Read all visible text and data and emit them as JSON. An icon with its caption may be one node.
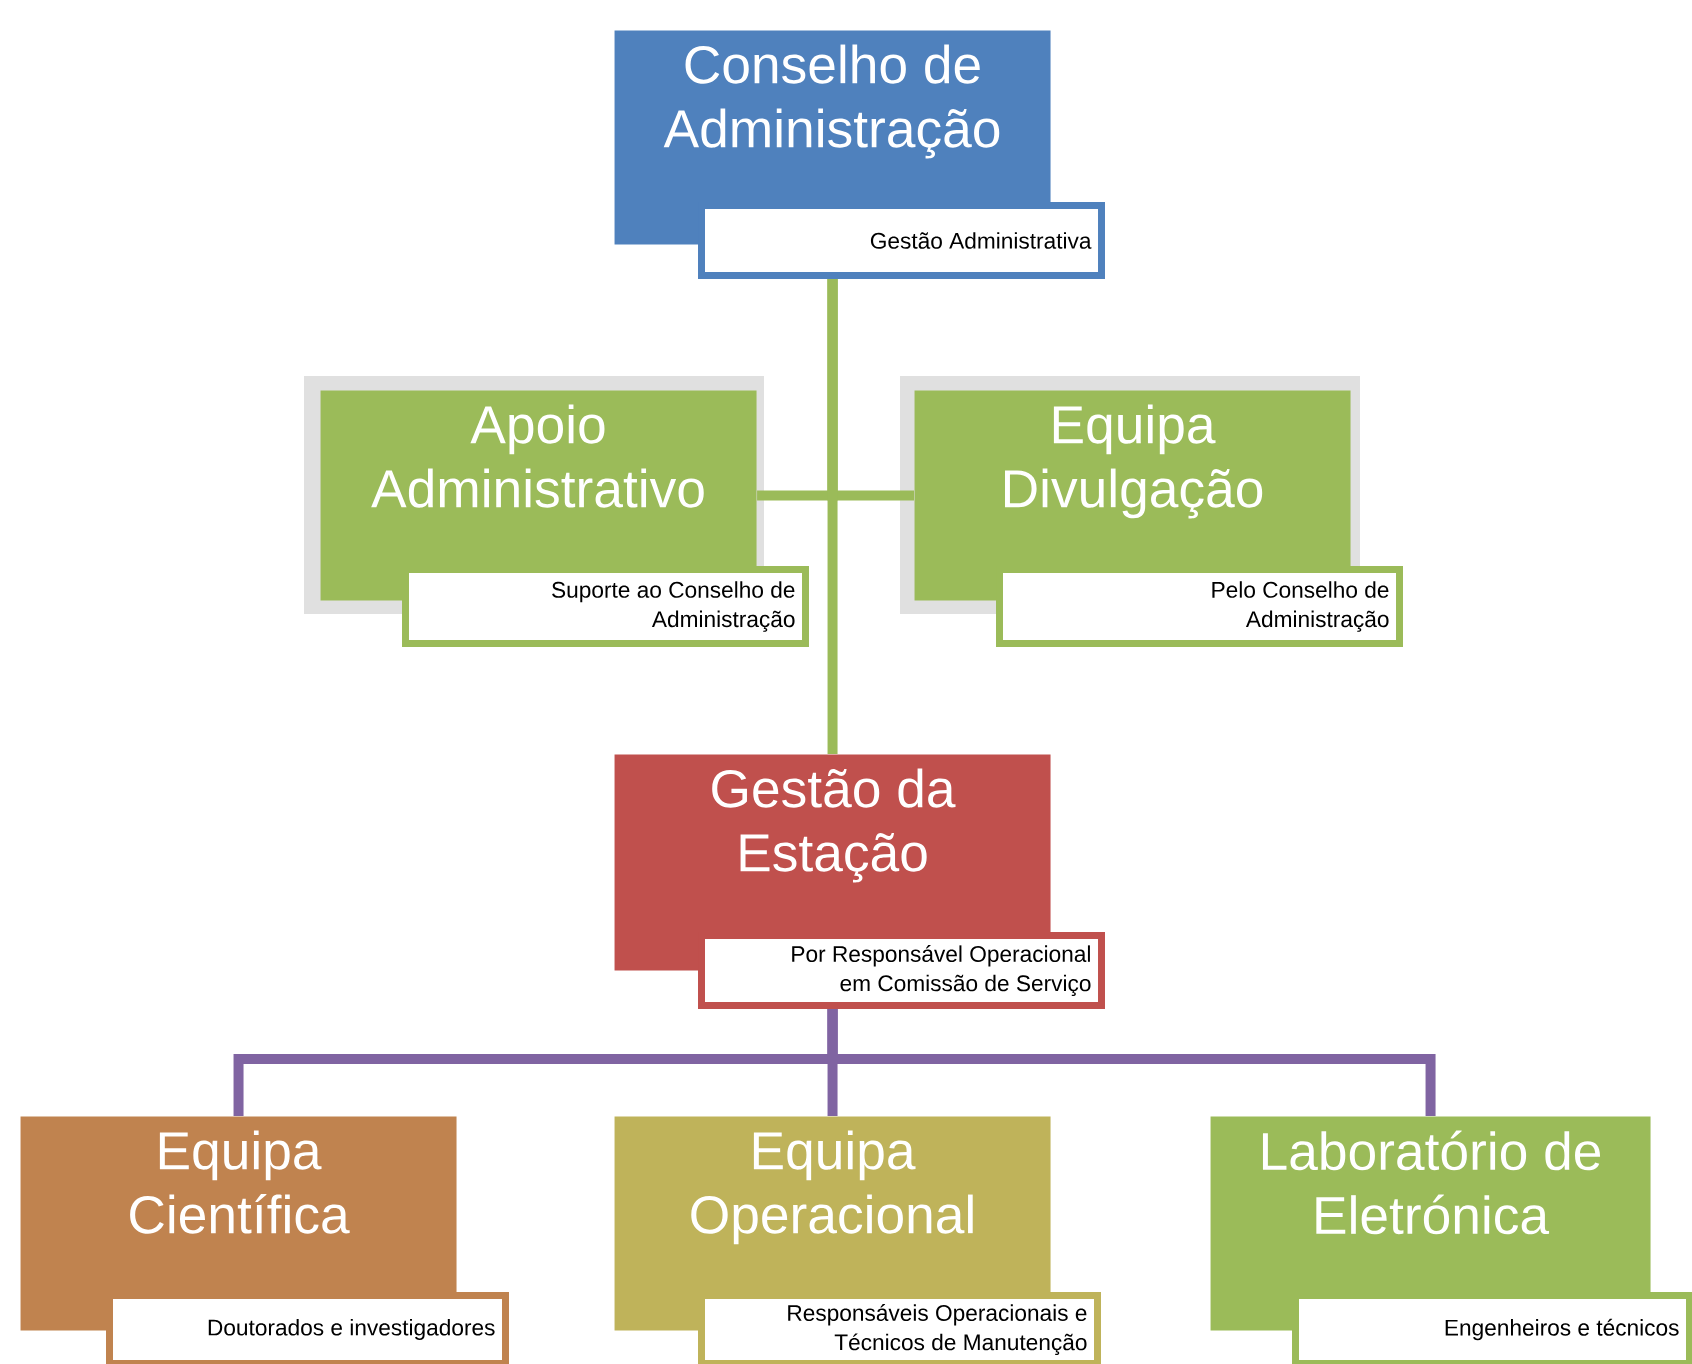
{
  "diagram": {
    "nodes": [
      {
        "text": [
          "Conselho de Administração",
          "Gestão Administrativa"
        ]
      },
      {
        "text": [
          "Apoio Administrativo",
          "Suporte ao Conselho de Administração"
        ]
      },
      {
        "text": [
          "Equipa Divulgação",
          "Pelo Conselho de Administração"
        ]
      },
      {
        "text": [
          "Gestão da Estação",
          "Por Responsável Operacional em Comissão de Serviço"
        ]
      },
      {
        "text": [
          "Equipa Científica",
          "Doutorados e investigadores"
        ]
      },
      {
        "text": [
          "Equipa Operacional",
          "Responsáveis Operacionais e Técnicos de Manutenção"
        ]
      },
      {
        "text": [
          "Laboratório de Eletrónica",
          "Engenheiros e técnicos"
        ]
      }
    ],
    "edges": [
      {
        "from": 0,
        "to": 1,
        "arrow": "none",
        "color": "#9bbb59"
      },
      {
        "from": 0,
        "to": 2,
        "arrow": "none",
        "color": "#9bbb59"
      },
      {
        "from": 0,
        "to": 3,
        "arrow": "none",
        "color": "#9bbb59"
      },
      {
        "from": 3,
        "to": 4,
        "arrow": "none",
        "color": "#8064a2"
      },
      {
        "from": 3,
        "to": 5,
        "arrow": "none",
        "color": "#8064a2"
      },
      {
        "from": 3,
        "to": 6,
        "arrow": "none",
        "color": "#8064a2"
      }
    ]
  }
}
